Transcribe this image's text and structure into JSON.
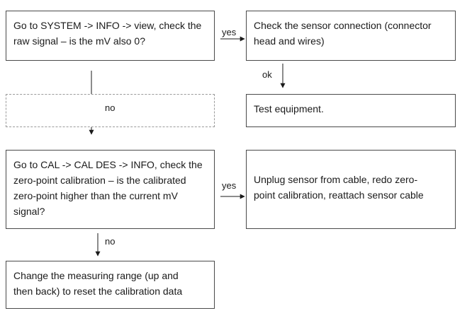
{
  "flowchart": {
    "boxes": {
      "raw_signal_check": "Go to SYSTEM -> INFO -> view, check the\nraw signal – is the mV also 0?",
      "sensor_connection": "Check the sensor connection (connector\nhead and wires)",
      "placeholder": "",
      "test_equipment": "Test equipment.",
      "zero_point_check": "Go to CAL -> CAL DES -> INFO, check the\nzero-point calibration – is the calibrated\nzero-point higher than the current mV\nsignal?",
      "redo_calibration": "Unplug sensor from cable, redo zero-\npoint calibration, reattach sensor cable",
      "change_range": "Change the measuring range (up and\nthen back) to reset the calibration data"
    },
    "labels": {
      "yes_top": "yes",
      "ok": "ok",
      "no_middle": "no",
      "yes_middle": "yes",
      "no_bottom": "no"
    }
  }
}
